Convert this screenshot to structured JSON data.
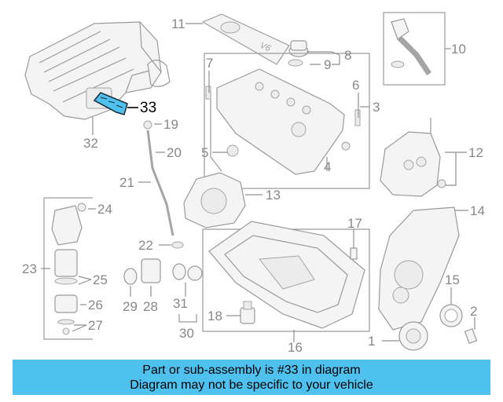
{
  "callouts": {
    "c1": "1",
    "c2": "2",
    "c3": "3",
    "c4": "4",
    "c5": "5",
    "c6": "6",
    "c7": "7",
    "c8": "8",
    "c9": "9",
    "c10": "10",
    "c11": "11",
    "c12": "12",
    "c13": "13",
    "c14": "14",
    "c15": "15",
    "c16": "16",
    "c17": "17",
    "c18": "18",
    "c19": "19",
    "c20": "20",
    "c21": "21",
    "c22": "22",
    "c23": "23",
    "c24": "24",
    "c25": "25",
    "c26": "26",
    "c27": "27",
    "c28": "28",
    "c29": "29",
    "c30": "30",
    "c31": "31",
    "c32": "32",
    "c33": "33"
  },
  "cover_marking": "V6",
  "highlight_color": "#4ec1ef",
  "banner": {
    "line1": "Part or sub-assembly is #33 in diagram",
    "line2": "Diagram may not be specific to your vehicle"
  }
}
